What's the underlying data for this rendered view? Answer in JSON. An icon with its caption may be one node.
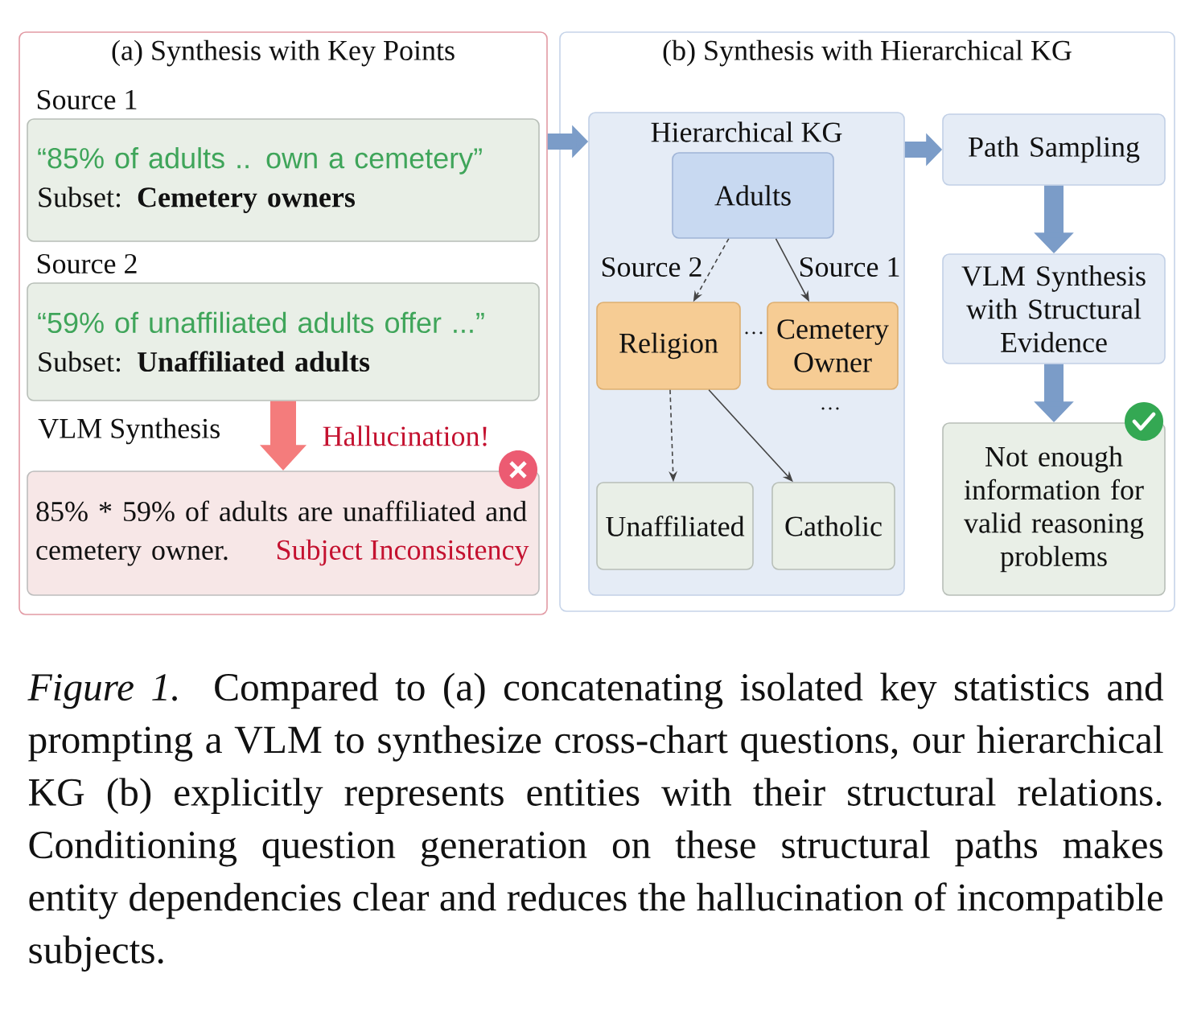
{
  "diagram": {
    "caption": "*Figure 1.* Compared to (a) concatenating isolated key statistics and prompting a VLM to synthesize cross-chart questions, our hierarchical KG (b) explicitly represents entities with their structural relations. Conditioning question generation on these structural paths makes entity dependencies clear and reduces the hallucination of incompatible subjects.",
    "nodes": [
      {
        "text": [
          "(a) Synthesis with Key Points"
        ]
      },
      {
        "text": [
          "Source 1",
          "“85% of adults .. own a cemetery”",
          "Subset: **Cemetery owners**"
        ],
        "in": 0
      },
      {
        "text": [
          "Source 2",
          "“59% of unaffiliated adults offer ...”",
          "Subset: **Unaffiliated adults**"
        ],
        "in": 0
      },
      {
        "text": [
          "85% * 59% of adults are unaffiliated and cemetery owner.",
          "Subject Inconsistency"
        ],
        "in": 0
      },
      {
        "text": [
          "(b) Synthesis with Hierarchical KG"
        ]
      },
      {
        "text": [
          "Hierarchical KG"
        ],
        "in": 4
      },
      {
        "text": [
          "Adults"
        ],
        "in": 5
      },
      {
        "text": [
          "Religion"
        ],
        "in": 5
      },
      {
        "text": [
          "Cemetery Owner"
        ],
        "in": 5
      },
      {
        "text": [
          "Unaffiliated"
        ],
        "in": 5
      },
      {
        "text": [
          "Catholic"
        ],
        "in": 5
      },
      {
        "text": [
          "Path Sampling"
        ],
        "in": 4
      },
      {
        "text": [
          "VLM Synthesis with Structural Evidence"
        ],
        "in": 4
      },
      {
        "text": [
          "Not enough information for valid reasoning problems"
        ],
        "in": 4
      }
    ],
    "edges": [
      {
        "from": 0,
        "to": 5,
        "arrow": "to"
      },
      {
        "from": 2,
        "to": 3,
        "arrow": "to",
        "label": "VLM Synthesis",
        "color": "#f47c7c"
      },
      {
        "from": 5,
        "to": 11,
        "arrow": "to"
      },
      {
        "from": 6,
        "to": 7,
        "arrow": "to",
        "label": "Source 2",
        "style": "dashed",
        "color": "#444444"
      },
      {
        "from": 6,
        "to": 8,
        "arrow": "to",
        "label": "Source 1",
        "color": "#444444"
      },
      {
        "from": 7,
        "to": 9,
        "arrow": "to",
        "style": "dashed",
        "color": "#444444"
      },
      {
        "from": 7,
        "to": 10,
        "arrow": "to",
        "color": "#444444"
      },
      {
        "from": 11,
        "to": 12,
        "arrow": "to"
      },
      {
        "from": 12,
        "to": 13,
        "arrow": "to"
      }
    ],
    "labels": [
      "Hallucination!",
      "…",
      "…"
    ]
  }
}
